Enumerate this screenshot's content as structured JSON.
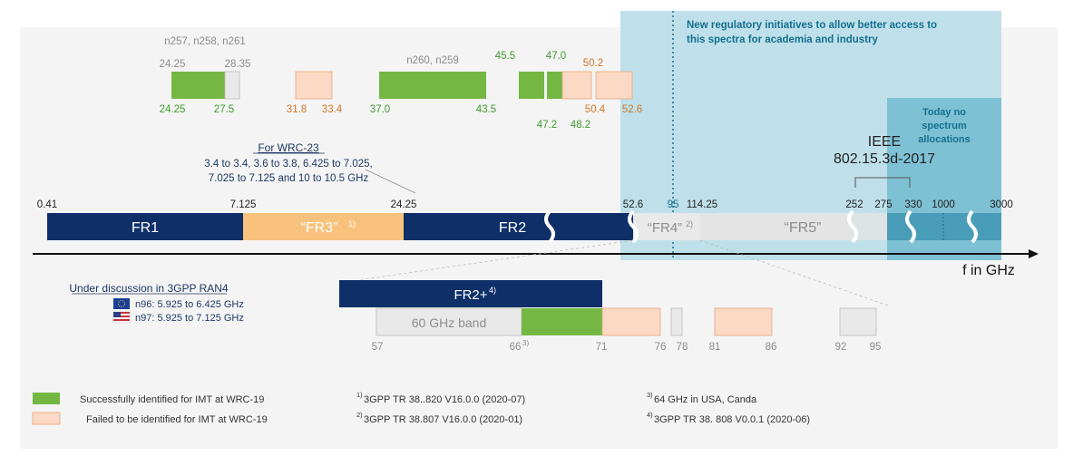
{
  "colors": {
    "navy": "#0e2f68",
    "green": "#74b843",
    "salmon": "#fbd9c4",
    "salmon_stroke": "#e8a37c",
    "orange_band": "#f8c27d",
    "grey_box": "#e9e9e9",
    "teal_light": "#bfe0ea",
    "teal_dark": "#7fc1d4",
    "green_text": "#3f9a2d",
    "orange_text": "#d0762a",
    "grey_text": "#8c8c8c",
    "dark_text": "#1f3864",
    "teal_text": "#13708f"
  },
  "initiative_text": {
    "line1": "New regulatory initiatives to allow better access to",
    "line2": "this spectra for academia and industry"
  },
  "today_text": {
    "line1": "Today no",
    "line2": "spectrum",
    "line3": "allocations"
  },
  "ieee": {
    "line1": "IEEE",
    "line2": "802.15.3d-2017"
  },
  "wrc23": {
    "title": "For WRC-23",
    "line1": "3.4 to 3.4, 3.6 to 3.8, 6.425 to 7.025,",
    "line2": "7.025 to 7.125 and 10 to 10.5 GHz"
  },
  "top_labels": {
    "n257": "n257, n258, n261",
    "n260": "n260, n259",
    "v24_25_top": "24.25",
    "v28_35": "28.35",
    "v24_25_bottom": "24.25",
    "v27_5": "27.5",
    "v31_8": "31.8",
    "v33_4": "33.4",
    "v37_0": "37.0",
    "v43_5": "43.5",
    "v45_5": "45.5",
    "v47_0": "47.0",
    "v50_2": "50.2",
    "v47_2": "47.2",
    "v48_2": "48.2",
    "v50_4": "50.4",
    "v52_6_top": "52.6"
  },
  "axis_ticks": {
    "t0_41": "0.41",
    "t7_125": "7.125",
    "t24_25": "24.25",
    "t52_6": "52.6",
    "t95": "95",
    "t114_25": "114.25",
    "t252": "252",
    "t275": "275",
    "t330": "330",
    "t1000": "1000",
    "t3000": "3000"
  },
  "bands": {
    "fr1": "FR1",
    "fr3": "“FR3”",
    "fr3_sup": "1)",
    "fr2": "FR2",
    "fr4": "“FR4”",
    "fr4_sup": "2)",
    "fr5": "“FR5”"
  },
  "axis_label": "f in GHz",
  "fr2plus": {
    "label": "FR2+",
    "sup": "4)"
  },
  "ghz60": "60 GHz band",
  "bottom_ticks": {
    "b57": "57",
    "b66": "66",
    "b66_sup": "3)",
    "b71": "71",
    "b76": "76",
    "b78": "78",
    "b81": "81",
    "b86": "86",
    "b92": "92",
    "b95": "95"
  },
  "ran4": {
    "title": "Under discussion in 3GPP RAN4",
    "n96": "n96: 5.925 to 6.425 GHz",
    "n97": "n97: 5.925 to 7.125 GHz"
  },
  "legend": {
    "success": "Successfully identified for IMT at WRC-19",
    "failed": "Failed to be identified for IMT at WRC-19"
  },
  "footnotes": {
    "f1_sup": "1)",
    "f1": "3GPP  TR 38..820 V16.0.0 (2020-07)",
    "f2_sup": "2)",
    "f2": "3GPP  TR 38.807 V16.0.0 (2020-01)",
    "f3_sup": "3)",
    "f3": "64 GHz in USA, Canda",
    "f4_sup": "4)",
    "f4": "3GPP  TR 38. 808 V0.0.1 (2020-06)"
  }
}
